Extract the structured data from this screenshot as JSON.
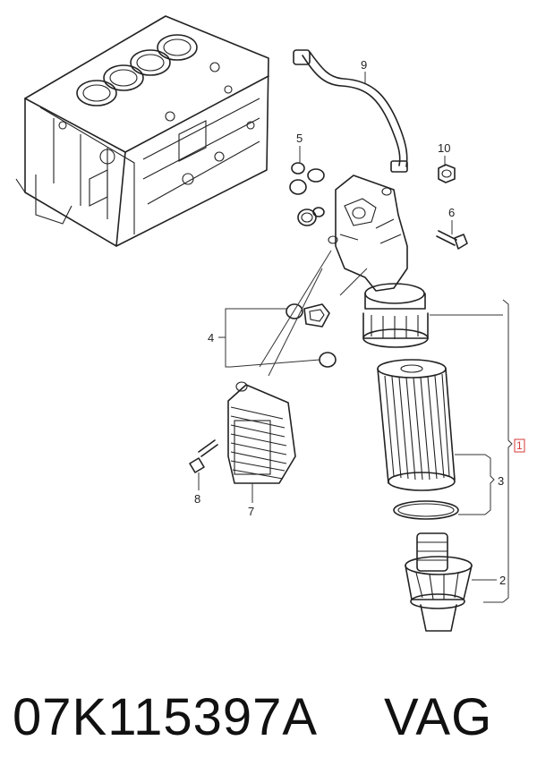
{
  "callouts": {
    "c1": "1",
    "c2": "2",
    "c3": "3",
    "c4": "4",
    "c5": "5",
    "c6": "6",
    "c7": "7",
    "c8": "8",
    "c9": "9",
    "c10": "10"
  },
  "footer": {
    "part_number": "07K115397A",
    "brand": "VAG"
  },
  "colors": {
    "line": "#222222",
    "highlight": "#d63a3a"
  }
}
